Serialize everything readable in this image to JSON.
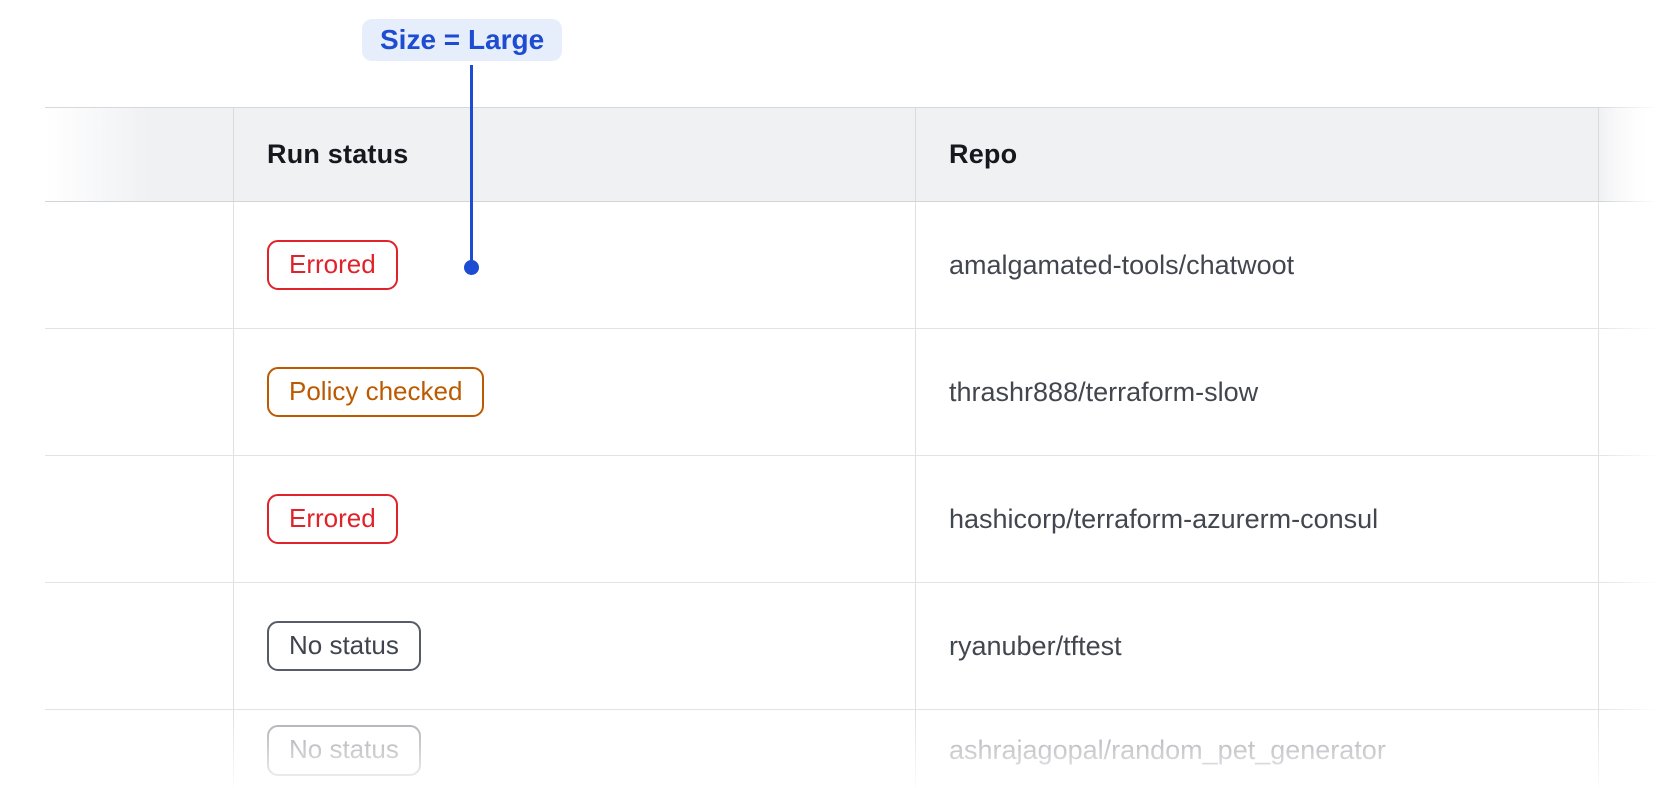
{
  "annotation": {
    "label": "Size = Large",
    "text_color": "#1d4bd2",
    "bg_color": "#e7eefb",
    "line_color": "#1d4bd2"
  },
  "table": {
    "columns": {
      "run_status": "Run status",
      "repo": "Repo"
    },
    "status_colors": {
      "errored": "#e0232b",
      "policy_checked": "#bb5a00",
      "no_status": "#3f444e"
    },
    "rows": [
      {
        "status": "Errored",
        "kind": "errored",
        "repo": "amalgamated-tools/chatwoot"
      },
      {
        "status": "Policy checked",
        "kind": "policy-checked",
        "repo": "thrashr888/terraform-slow"
      },
      {
        "status": "Errored",
        "kind": "errored",
        "repo": "hashicorp/terraform-azurerm-consul"
      },
      {
        "status": "No status",
        "kind": "no-status",
        "repo": "ryanuber/tftest"
      },
      {
        "status": "No status",
        "kind": "no-status",
        "repo": "ashrajagopal/random_pet_generator"
      }
    ]
  }
}
